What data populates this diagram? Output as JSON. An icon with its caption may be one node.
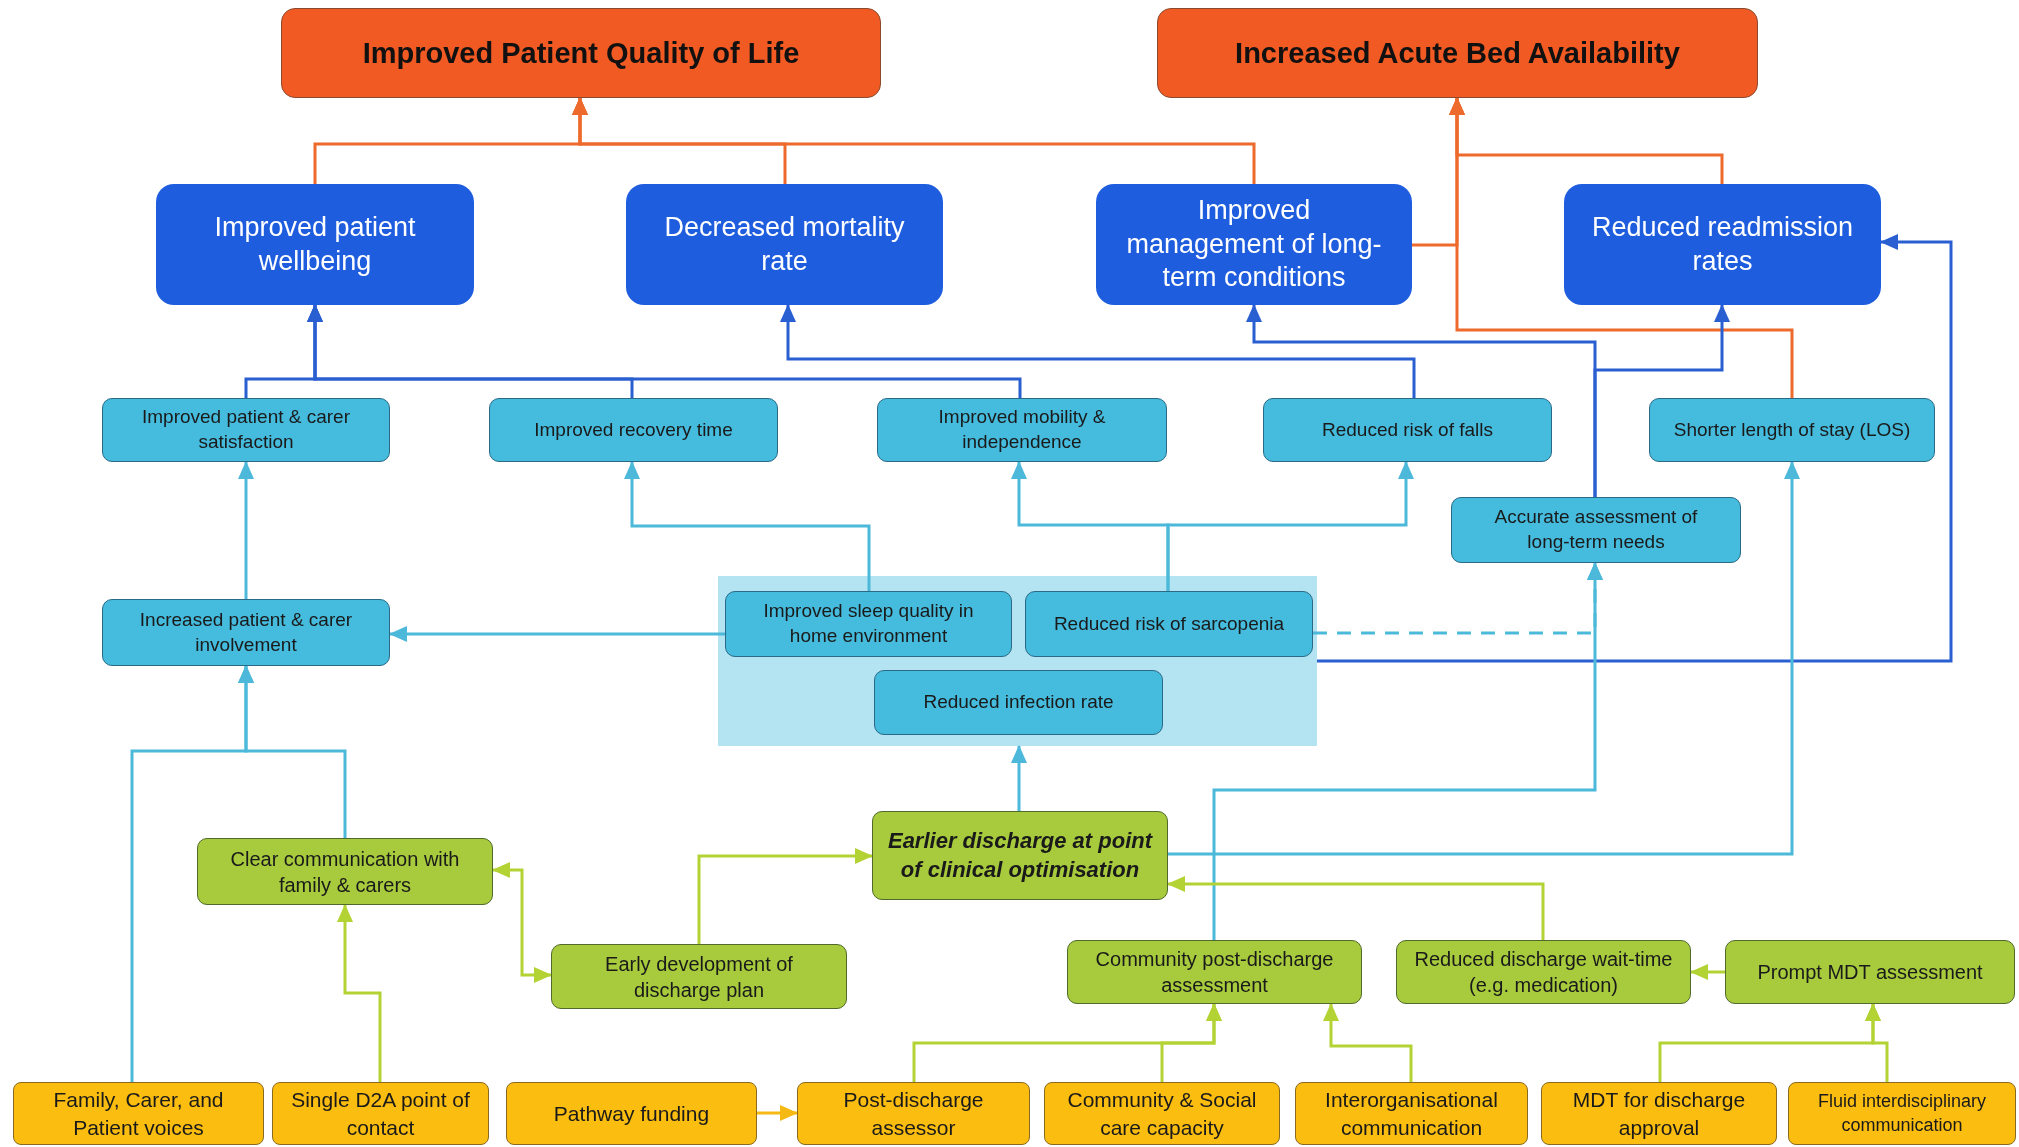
{
  "diagram": {
    "nodes": [
      {
        "text": [
          "Improved Patient Quality  of Life"
        ]
      },
      {
        "text": [
          "Increased Acute Bed Availability"
        ]
      },
      {
        "text": [
          "Improved patient wellbeing"
        ]
      },
      {
        "text": [
          "Decreased mortality rate"
        ]
      },
      {
        "text": [
          "Improved management of long-term conditions"
        ]
      },
      {
        "text": [
          "Reduced readmission rates"
        ]
      },
      {
        "text": [
          "Improved patient & carer satisfaction"
        ]
      },
      {
        "text": [
          "Improved recovery time"
        ]
      },
      {
        "text": [
          "Improved mobility & independence"
        ]
      },
      {
        "text": [
          "Reduced risk of falls"
        ]
      },
      {
        "text": [
          "Shorter length of stay (LOS)"
        ]
      },
      {
        "text": [
          "Accurate assessment of long-term needs"
        ]
      },
      {
        "text": [
          "Increased patient & carer involvement"
        ]
      },
      {
        "text": [],
        "shape": "box"
      },
      {
        "text": [
          "Improved sleep quality in home environment"
        ],
        "in": 13
      },
      {
        "text": [
          "Reduced risk of sarcopenia"
        ],
        "in": 13
      },
      {
        "text": [
          "Reduced infection rate"
        ],
        "in": 13
      },
      {
        "text": [
          "Earlier discharge at point of clinical optimisation"
        ]
      },
      {
        "text": [
          "Clear communication with family & carers"
        ]
      },
      {
        "text": [
          "Early development of discharge plan"
        ]
      },
      {
        "text": [
          "Community post-discharge assessment"
        ]
      },
      {
        "text": [
          "Reduced discharge wait-time (e.g. medication)"
        ]
      },
      {
        "text": [
          "Prompt MDT assessment"
        ]
      },
      {
        "text": [
          "Family, Carer, and Patient voices"
        ]
      },
      {
        "text": [
          "Single D2A point of contact"
        ]
      },
      {
        "text": [
          "Pathway funding"
        ]
      },
      {
        "text": [
          "Post-discharge assessor"
        ]
      },
      {
        "text": [
          "Community & Social care capacity"
        ]
      },
      {
        "text": [
          "Interorganisational communication"
        ]
      },
      {
        "text": [
          "MDT for discharge approval"
        ]
      },
      {
        "text": [
          "Fluid interdisciplinary communication"
        ]
      }
    ],
    "edges": [
      {
        "from": 2,
        "to": 0,
        "arrow": "to",
        "color": "#ee6a2c"
      },
      {
        "from": 3,
        "to": 0,
        "arrow": "to",
        "color": "#ee6a2c"
      },
      {
        "from": 4,
        "to": 0,
        "arrow": "to",
        "color": "#ee6a2c"
      },
      {
        "from": 4,
        "to": 1,
        "arrow": "to",
        "color": "#ee6a2c"
      },
      {
        "from": 5,
        "to": 1,
        "arrow": "to",
        "color": "#ee6a2c"
      },
      {
        "from": 10,
        "to": 1,
        "arrow": "to",
        "color": "#ee6a2c"
      },
      {
        "from": 6,
        "to": 2,
        "arrow": "to",
        "color": "#2a5fd2"
      },
      {
        "from": 7,
        "to": 2,
        "arrow": "to",
        "color": "#2a5fd2"
      },
      {
        "from": 8,
        "to": 2,
        "arrow": "to",
        "color": "#2a5fd2"
      },
      {
        "from": 9,
        "to": 3,
        "arrow": "to",
        "color": "#2a5fd2"
      },
      {
        "from": 11,
        "to": 4,
        "arrow": "to",
        "color": "#2a5fd2"
      },
      {
        "from": 11,
        "to": 5,
        "arrow": "to",
        "color": "#2a5fd2"
      },
      {
        "from": 13,
        "to": 5,
        "arrow": "to",
        "color": "#2a5fd2"
      },
      {
        "from": 12,
        "to": 6,
        "arrow": "to"
      },
      {
        "from": 14,
        "to": 12,
        "arrow": "to"
      },
      {
        "from": 14,
        "to": 7,
        "arrow": "to"
      },
      {
        "from": 15,
        "to": 8,
        "arrow": "to"
      },
      {
        "from": 15,
        "to": 9,
        "arrow": "to"
      },
      {
        "from": 15,
        "to": 11,
        "arrow": "to",
        "style": "dashed"
      },
      {
        "from": 17,
        "to": 13,
        "arrow": "to"
      },
      {
        "from": 17,
        "to": 10,
        "arrow": "to"
      },
      {
        "from": 20,
        "to": 11,
        "arrow": "to"
      },
      {
        "from": 23,
        "to": 12,
        "arrow": "to"
      },
      {
        "from": 18,
        "to": 12,
        "arrow": "to"
      },
      {
        "from": 24,
        "to": 18,
        "arrow": "to",
        "color": "#b3d335"
      },
      {
        "from": 18,
        "to": 19,
        "arrow": "both",
        "color": "#b3d335"
      },
      {
        "from": 19,
        "to": 17,
        "arrow": "to",
        "color": "#b3d335"
      },
      {
        "from": 21,
        "to": 17,
        "arrow": "to",
        "color": "#b3d335"
      },
      {
        "from": 22,
        "to": 21,
        "arrow": "to",
        "color": "#b3d335"
      },
      {
        "from": 26,
        "to": 20,
        "arrow": "to",
        "color": "#b3d335"
      },
      {
        "from": 27,
        "to": 20,
        "arrow": "to",
        "color": "#b3d335"
      },
      {
        "from": 28,
        "to": 20,
        "arrow": "to",
        "color": "#b3d335"
      },
      {
        "from": 25,
        "to": 26,
        "arrow": "to",
        "color": "#f6b913"
      },
      {
        "from": 29,
        "to": 22,
        "arrow": "to",
        "color": "#b3d335"
      },
      {
        "from": 30,
        "to": 22,
        "arrow": "to",
        "color": "#b3d335"
      }
    ]
  }
}
